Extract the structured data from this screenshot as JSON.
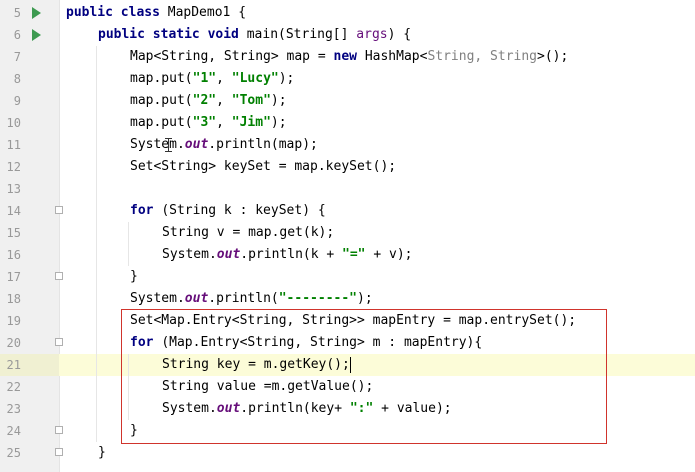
{
  "editor": {
    "lines": [
      {
        "num": "5",
        "icon": "run",
        "fold": false,
        "current": false,
        "indent": 0,
        "tokens": [
          {
            "t": "public class ",
            "c": "kw"
          },
          {
            "t": "MapDemo1 {",
            "c": ""
          }
        ]
      },
      {
        "num": "6",
        "icon": "run",
        "fold": false,
        "current": false,
        "indent": 1,
        "tokens": [
          {
            "t": "public static void ",
            "c": "kw"
          },
          {
            "t": "main(String[] ",
            "c": ""
          },
          {
            "t": "args",
            "c": "param"
          },
          {
            "t": ") {",
            "c": ""
          }
        ]
      },
      {
        "num": "7",
        "icon": "",
        "fold": false,
        "current": false,
        "indent": 2,
        "tokens": [
          {
            "t": "Map<String, String> map = ",
            "c": ""
          },
          {
            "t": "new ",
            "c": "kw"
          },
          {
            "t": "HashMap<",
            "c": ""
          },
          {
            "t": "String, String",
            "c": "gen"
          },
          {
            "t": ">();",
            "c": ""
          }
        ]
      },
      {
        "num": "8",
        "icon": "",
        "fold": false,
        "current": false,
        "indent": 2,
        "tokens": [
          {
            "t": "map.put(",
            "c": ""
          },
          {
            "t": "\"1\"",
            "c": "str"
          },
          {
            "t": ", ",
            "c": ""
          },
          {
            "t": "\"Lucy\"",
            "c": "str"
          },
          {
            "t": ");",
            "c": ""
          }
        ]
      },
      {
        "num": "9",
        "icon": "",
        "fold": false,
        "current": false,
        "indent": 2,
        "tokens": [
          {
            "t": "map.put(",
            "c": ""
          },
          {
            "t": "\"2\"",
            "c": "str"
          },
          {
            "t": ", ",
            "c": ""
          },
          {
            "t": "\"Tom\"",
            "c": "str"
          },
          {
            "t": ");",
            "c": ""
          }
        ]
      },
      {
        "num": "10",
        "icon": "",
        "fold": false,
        "current": false,
        "indent": 2,
        "tokens": [
          {
            "t": "map.put(",
            "c": ""
          },
          {
            "t": "\"3\"",
            "c": "str"
          },
          {
            "t": ", ",
            "c": ""
          },
          {
            "t": "\"Jim\"",
            "c": "str"
          },
          {
            "t": ");",
            "c": ""
          }
        ]
      },
      {
        "num": "11",
        "icon": "",
        "fold": false,
        "current": false,
        "indent": 2,
        "tokens": [
          {
            "t": "System.",
            "c": ""
          },
          {
            "t": "out",
            "c": "fld"
          },
          {
            "t": ".println(map);",
            "c": ""
          }
        ]
      },
      {
        "num": "12",
        "icon": "",
        "fold": false,
        "current": false,
        "indent": 2,
        "tokens": [
          {
            "t": "Set<String> keySet = map.keySet();",
            "c": ""
          }
        ]
      },
      {
        "num": "13",
        "icon": "",
        "fold": false,
        "current": false,
        "indent": 2,
        "tokens": []
      },
      {
        "num": "14",
        "icon": "",
        "fold": true,
        "current": false,
        "indent": 2,
        "tokens": [
          {
            "t": "for ",
            "c": "kw"
          },
          {
            "t": "(String k : keySet) {",
            "c": ""
          }
        ]
      },
      {
        "num": "15",
        "icon": "",
        "fold": false,
        "current": false,
        "indent": 3,
        "tokens": [
          {
            "t": "String v = map.get(k);",
            "c": ""
          }
        ]
      },
      {
        "num": "16",
        "icon": "",
        "fold": false,
        "current": false,
        "indent": 3,
        "tokens": [
          {
            "t": "System.",
            "c": ""
          },
          {
            "t": "out",
            "c": "fld"
          },
          {
            "t": ".println(k + ",
            "c": ""
          },
          {
            "t": "\"=\"",
            "c": "str"
          },
          {
            "t": " + v);",
            "c": ""
          }
        ]
      },
      {
        "num": "17",
        "icon": "",
        "fold": true,
        "current": false,
        "indent": 2,
        "tokens": [
          {
            "t": "}",
            "c": ""
          }
        ]
      },
      {
        "num": "18",
        "icon": "",
        "fold": false,
        "current": false,
        "indent": 2,
        "tokens": [
          {
            "t": "System.",
            "c": ""
          },
          {
            "t": "out",
            "c": "fld"
          },
          {
            "t": ".println(",
            "c": ""
          },
          {
            "t": "\"--------\"",
            "c": "str"
          },
          {
            "t": ");",
            "c": ""
          }
        ]
      },
      {
        "num": "19",
        "icon": "",
        "fold": false,
        "current": false,
        "indent": 2,
        "tokens": [
          {
            "t": "Set<Map.Entry<String, String>> mapEntry = map.entrySet();",
            "c": ""
          }
        ]
      },
      {
        "num": "20",
        "icon": "",
        "fold": true,
        "current": false,
        "indent": 2,
        "tokens": [
          {
            "t": "for ",
            "c": "kw"
          },
          {
            "t": "(Map.Entry<String, String> m : mapEntry){",
            "c": ""
          }
        ]
      },
      {
        "num": "21",
        "icon": "",
        "fold": false,
        "current": true,
        "indent": 3,
        "tokens": [
          {
            "t": "String key = m.getKey();",
            "c": ""
          }
        ]
      },
      {
        "num": "22",
        "icon": "",
        "fold": false,
        "current": false,
        "indent": 3,
        "tokens": [
          {
            "t": "String value =m.getValue();",
            "c": ""
          }
        ]
      },
      {
        "num": "23",
        "icon": "",
        "fold": false,
        "current": false,
        "indent": 3,
        "tokens": [
          {
            "t": "System.",
            "c": ""
          },
          {
            "t": "out",
            "c": "fld"
          },
          {
            "t": ".println(key+ ",
            "c": ""
          },
          {
            "t": "\":\"",
            "c": "str"
          },
          {
            "t": " + value);",
            "c": ""
          }
        ]
      },
      {
        "num": "24",
        "icon": "",
        "fold": true,
        "current": false,
        "indent": 2,
        "tokens": [
          {
            "t": "}",
            "c": ""
          }
        ]
      },
      {
        "num": "25",
        "icon": "",
        "fold": true,
        "current": false,
        "indent": 1,
        "tokens": [
          {
            "t": "}",
            "c": ""
          }
        ]
      }
    ],
    "colors": {
      "keyword": "#000080",
      "string": "#008000",
      "field": "#660e7a",
      "generic": "#808080",
      "current_line": "#fcfcd8",
      "highlight_box": "#d0342c",
      "run_icon": "#3d9a50"
    }
  }
}
